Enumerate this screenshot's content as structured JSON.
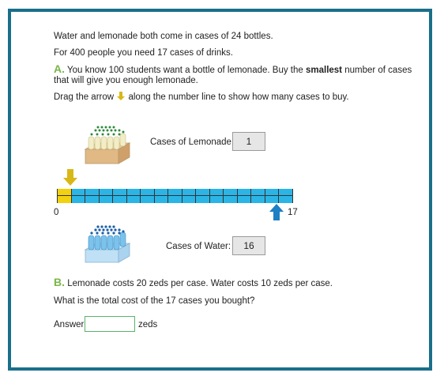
{
  "problem": {
    "intro_line1": "Water and lemonade both come in cases of 24 bottles.",
    "intro_line2": "For 400 people you need 17 cases of drinks.",
    "partA_letter": "A.",
    "partA_line1_pre": "You know 100 students want a bottle of lemonade. Buy the ",
    "partA_line1_bold": "smallest",
    "partA_line1_post": " number of cases",
    "partA_line2": "that will give you enough lemonade.",
    "drag_pre": "Drag the arrow",
    "drag_post": "along the number line to show how many cases to buy.",
    "lemonade_label": "Cases of Lemonade:",
    "lemonade_value": "1",
    "water_label": "Cases of Water:",
    "water_value": "16",
    "numline_min": "0",
    "numline_max": "17",
    "partB_letter": "B.",
    "partB_line1": "Lemonade costs 20 zeds per case. Water costs 10 zeds per case.",
    "partB_line2": "What is the total cost of the 17 cases you bought?",
    "answer_label": "Answer:",
    "answer_value": "",
    "answer_unit": "zeds"
  },
  "colors": {
    "frame": "#1a6f8a",
    "part_letter": "#7ab648",
    "yellow_arrow": "#d8b817",
    "blue_arrow": "#1d7fc4",
    "lemonade_segment": "#f2d10f",
    "water_segment": "#2bb5e6"
  },
  "numberline": {
    "total_cases": 17,
    "lemonade_cases": 1,
    "water_cases": 16
  }
}
